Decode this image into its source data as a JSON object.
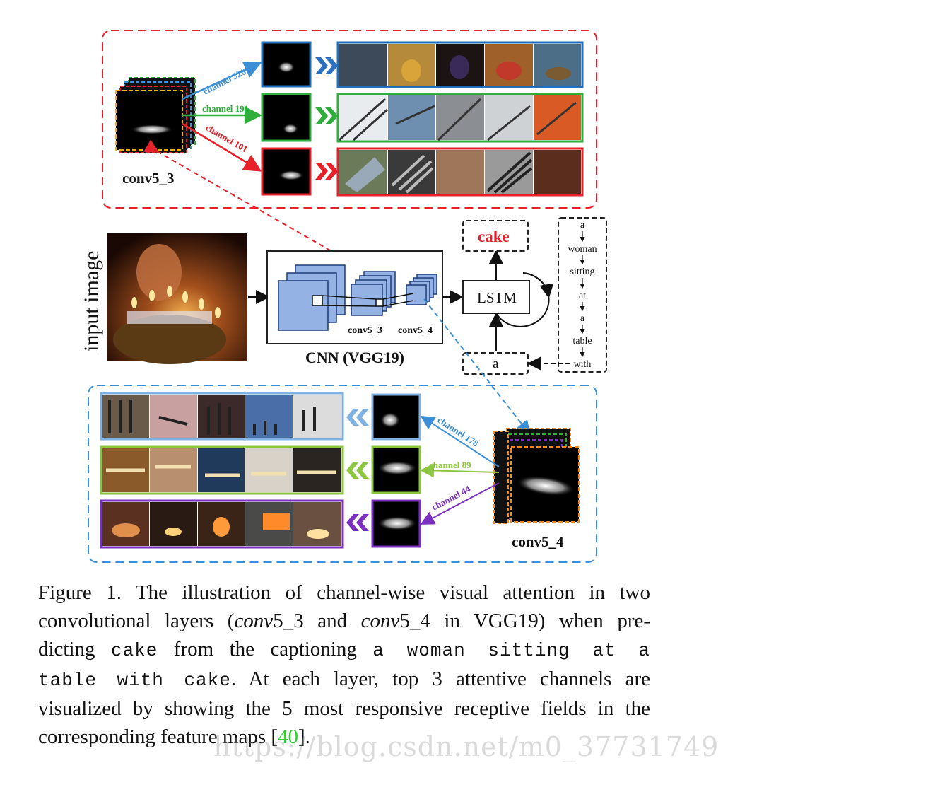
{
  "figure": {
    "top_layer_label": "conv5_3",
    "bottom_layer_label": "conv5_4",
    "top_channels": [
      "channel 326",
      "channel 191",
      "channel 101"
    ],
    "bottom_channels": [
      "channel 178",
      "channel 89",
      "channel 44"
    ],
    "input_label": "input image",
    "cnn_label": "CNN (VGG19)",
    "cnn_inner_labels": [
      "conv5_3",
      "conv5_4"
    ],
    "lstm_label": "LSTM",
    "output_word": "cake",
    "input_word": "a",
    "caption_words": [
      "a",
      "woman",
      "sitting",
      "at",
      "a",
      "table",
      "with"
    ]
  },
  "caption": {
    "l1": "Figure 1. The illustration of channel-wise visual attention in two",
    "l2_a": "convolutional layers (",
    "l2_b": "conv",
    "l2_c": "5_3 and ",
    "l2_d": "conv",
    "l2_e": "5_4 in VGG19) when pre-",
    "l3_a": "dicting ",
    "l3_b": "cake",
    "l3_c": " from the captioning ",
    "l3_d": "a woman sitting at a",
    "l4_a": "table with cake",
    "l4_b": ". At each layer, top 3 attentive channels are",
    "l5": "visualized by showing the 5 most responsive receptive fields in the",
    "l6_a": "corresponding feature maps [",
    "l6_b": "40",
    "l6_c": "]."
  },
  "watermark": "https://blog.csdn.net/m0_37731749",
  "colors": {
    "red": "#e8202a",
    "blue": "#3b8fd6",
    "green": "#2fae3c",
    "lightgreen": "#8cc63f",
    "purple": "#7b2fbf",
    "cnn_box": "#94b3e4"
  }
}
